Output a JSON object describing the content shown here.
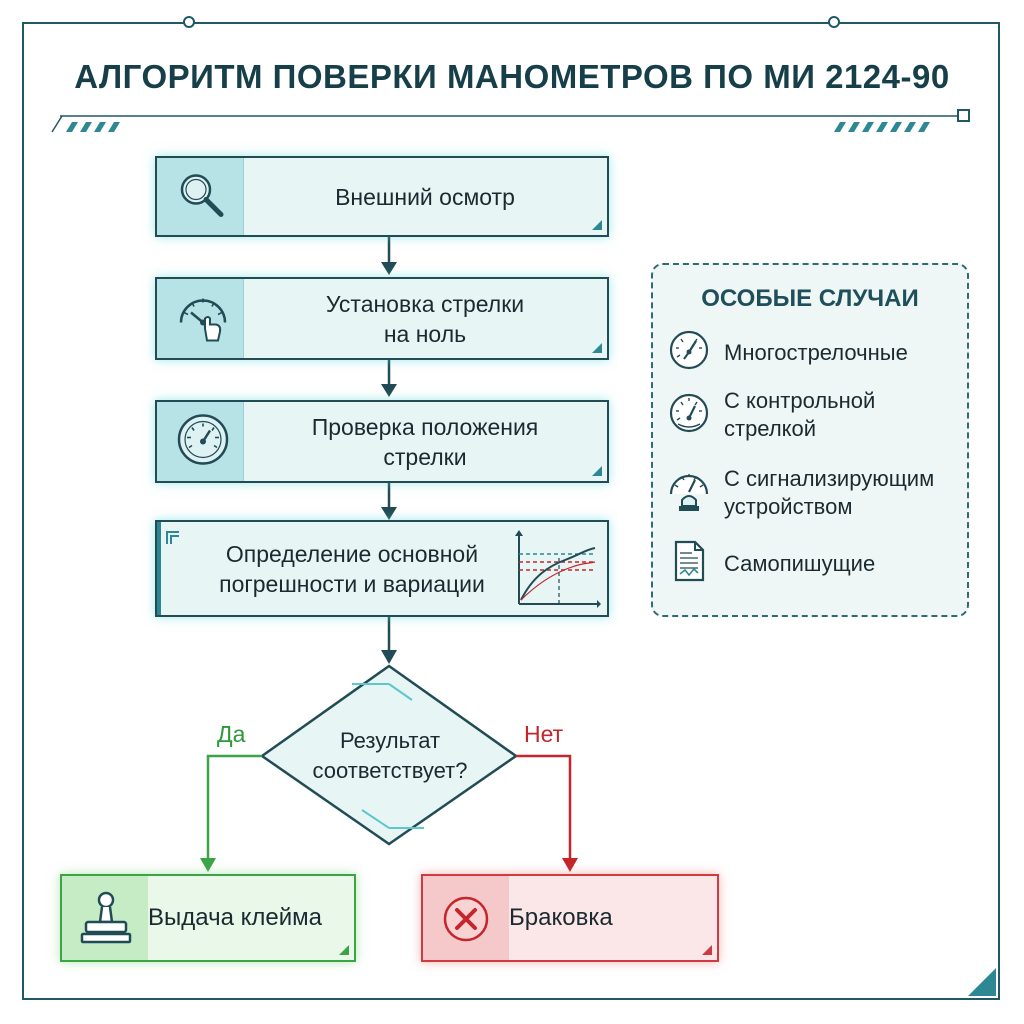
{
  "title": "АЛГОРИТМ ПОВЕРКИ МАНОМЕТРОВ ПО МИ 2124-90",
  "steps": [
    {
      "label": "Внешний осмотр",
      "icon": "magnifier-icon"
    },
    {
      "label": "Установка стрелки\nна ноль",
      "icon": "gauge-hand-icon"
    },
    {
      "label": "Проверка положения\nстрелки",
      "icon": "gauge-icon"
    },
    {
      "label": "Определение основной\nпогрешности и вариации",
      "icon": "graph-icon"
    }
  ],
  "decision": {
    "question": "Результат\nсоответствует?",
    "yes": "Да",
    "no": "Нет"
  },
  "outcomes": {
    "pass": {
      "label": "Выдача клейма",
      "icon": "stamp-icon",
      "color": "#3aa447"
    },
    "fail": {
      "label": "Браковка",
      "icon": "reject-x-icon",
      "color": "#cf3b40"
    }
  },
  "special_cases": {
    "title": "ОСОБЫЕ СЛУЧАИ",
    "items": [
      {
        "label": "Многострелочные",
        "icon": "multi-needle-gauge-icon"
      },
      {
        "label": "С контрольной\nстрелкой",
        "icon": "control-needle-gauge-icon"
      },
      {
        "label": "С сигнализирующим\nустройством",
        "icon": "signal-gauge-icon"
      },
      {
        "label": "Самопишущие",
        "icon": "recorder-document-icon"
      }
    ]
  },
  "colors": {
    "accent": "#1f5966",
    "teal": "#2d8893",
    "yes": "#2a9a3a",
    "no": "#c4262c"
  }
}
